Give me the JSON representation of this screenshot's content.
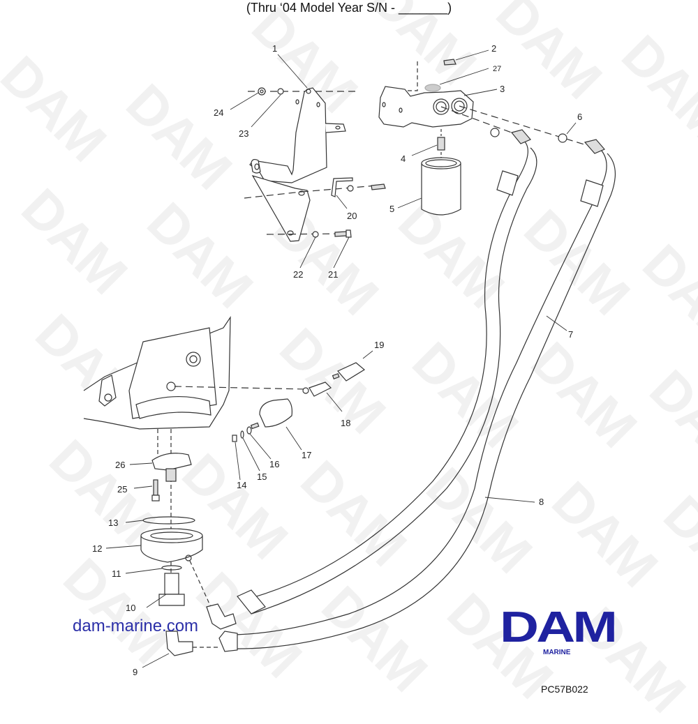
{
  "header": {
    "title": "(Thru ‘04 Model Year S/N - _______)"
  },
  "diagram": {
    "callouts": [
      {
        "id": "1",
        "label": "1"
      },
      {
        "id": "2",
        "label": "2"
      },
      {
        "id": "3",
        "label": "3"
      },
      {
        "id": "4",
        "label": "4"
      },
      {
        "id": "5",
        "label": "5"
      },
      {
        "id": "6",
        "label": "6"
      },
      {
        "id": "7",
        "label": "7"
      },
      {
        "id": "8",
        "label": "8"
      },
      {
        "id": "9",
        "label": "9"
      },
      {
        "id": "10",
        "label": "10"
      },
      {
        "id": "11",
        "label": "11"
      },
      {
        "id": "12",
        "label": "12"
      },
      {
        "id": "13",
        "label": "13"
      },
      {
        "id": "14",
        "label": "14"
      },
      {
        "id": "15",
        "label": "15"
      },
      {
        "id": "16",
        "label": "16"
      },
      {
        "id": "17",
        "label": "17"
      },
      {
        "id": "18",
        "label": "18"
      },
      {
        "id": "19",
        "label": "19"
      },
      {
        "id": "20",
        "label": "20"
      },
      {
        "id": "21",
        "label": "21"
      },
      {
        "id": "22",
        "label": "22"
      },
      {
        "id": "23",
        "label": "23"
      },
      {
        "id": "24",
        "label": "24"
      },
      {
        "id": "25",
        "label": "25"
      },
      {
        "id": "26",
        "label": "26"
      },
      {
        "id": "27",
        "label": "27"
      }
    ],
    "watermark_text": "DAM",
    "line_color": "#333333",
    "watermark_color": "#f1f1f1"
  },
  "footer": {
    "website": "dam-marine.com",
    "logo_word": "DAM",
    "logo_sub": "MARINE",
    "figure_code": "PC57B022",
    "brand_color": "#1f22a0"
  }
}
